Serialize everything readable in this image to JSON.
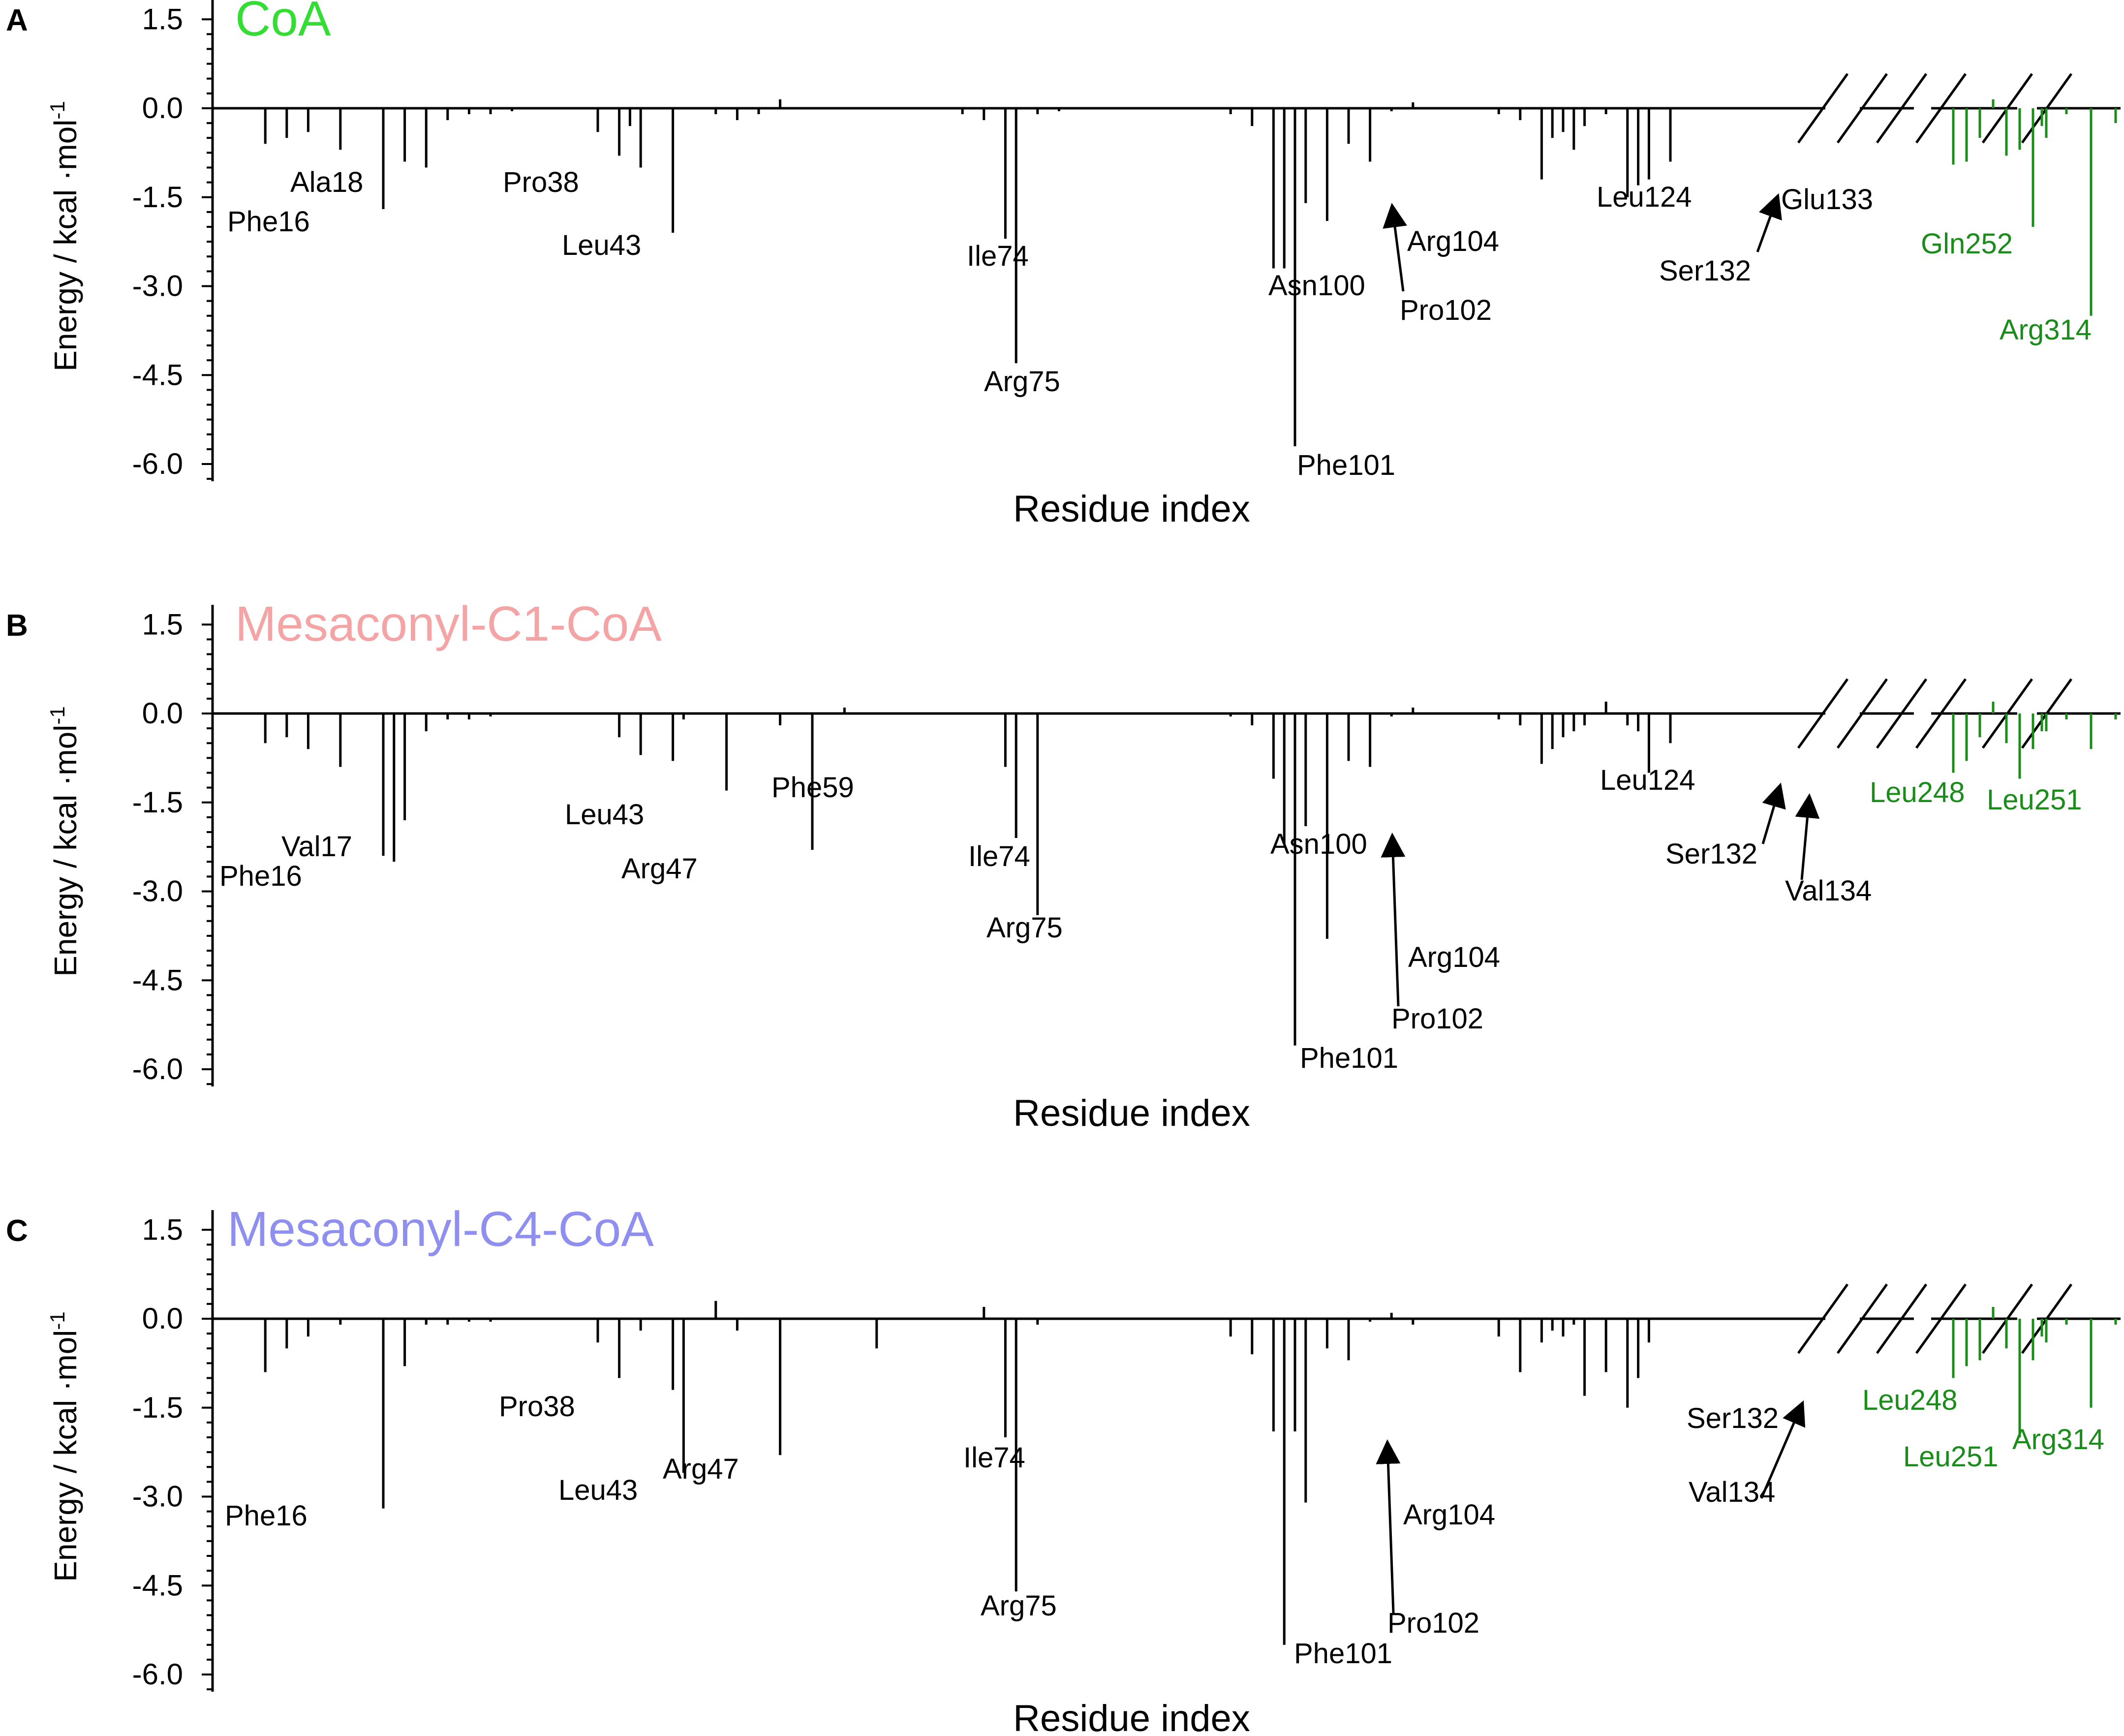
{
  "chart_data": [
    {
      "panel": "A",
      "title": "CoA",
      "title_color": "#33dd33",
      "type": "bar",
      "xlabel": "Residue index",
      "ylabel": "Energy / kcal ·mol",
      "ylabel_sup": "-1",
      "ylim": [
        -6.0,
        1.5
      ],
      "yticks": [
        "1.5",
        "0.0",
        "-1.5",
        "-3.0",
        "-4.5",
        "-6.0"
      ],
      "axis_breaks": 3,
      "series": [
        {
          "color": "#000000",
          "x": [
            5,
            7,
            9,
            12,
            16,
            18,
            20,
            22,
            24,
            26,
            28,
            36,
            38,
            39,
            40,
            43,
            47,
            49,
            51,
            53,
            70,
            72,
            74,
            75,
            77,
            79,
            95,
            97,
            99,
            100,
            101,
            102,
            104,
            106,
            108,
            110,
            112,
            120,
            122,
            124,
            125,
            126,
            127,
            128,
            130,
            132,
            133,
            134,
            136
          ],
          "values": [
            -0.6,
            -0.5,
            -0.4,
            -0.7,
            -1.7,
            -0.9,
            -1.0,
            -0.2,
            -0.1,
            -0.1,
            -0.05,
            -0.4,
            -0.8,
            -0.3,
            -1.0,
            -2.1,
            -0.1,
            -0.2,
            -0.1,
            0.15,
            -0.1,
            -0.2,
            -2.2,
            -4.3,
            -0.1,
            -0.05,
            -0.1,
            -0.3,
            -2.7,
            -2.7,
            -5.7,
            -1.6,
            -1.9,
            -0.6,
            -0.9,
            -0.05,
            0.1,
            -0.1,
            -0.2,
            -1.2,
            -0.5,
            -0.4,
            -0.7,
            -0.3,
            -0.1,
            -1.5,
            -1.3,
            -1.2,
            -0.9
          ]
        },
        {
          "color": "#1a8c1a",
          "x": [
            246,
            247,
            248,
            249,
            250,
            251,
            252,
            253,
            310,
            312,
            314,
            316
          ],
          "values": [
            -0.95,
            -0.9,
            -0.5,
            0.15,
            -0.8,
            -0.7,
            -2.0,
            -0.5,
            -0.3,
            -0.1,
            -3.5,
            -0.25
          ]
        }
      ],
      "labels": [
        {
          "text": "Phe16",
          "color": "#000000"
        },
        {
          "text": "Ala18",
          "color": "#000000"
        },
        {
          "text": "Pro38",
          "color": "#000000"
        },
        {
          "text": "Leu43",
          "color": "#000000"
        },
        {
          "text": "Ile74",
          "color": "#000000"
        },
        {
          "text": "Arg75",
          "color": "#000000"
        },
        {
          "text": "Asn100",
          "color": "#000000"
        },
        {
          "text": "Phe101",
          "color": "#000000"
        },
        {
          "text": "Pro102",
          "color": "#000000"
        },
        {
          "text": "Arg104",
          "color": "#000000"
        },
        {
          "text": "Leu124",
          "color": "#000000"
        },
        {
          "text": "Ser132",
          "color": "#000000"
        },
        {
          "text": "Glu133",
          "color": "#000000"
        },
        {
          "text": "Gln252",
          "color": "#1a8c1a"
        },
        {
          "text": "Arg314",
          "color": "#1a8c1a"
        }
      ]
    },
    {
      "panel": "B",
      "title": "Mesaconyl-C1-CoA",
      "title_color": "#f4a4a4",
      "type": "bar",
      "xlabel": "Residue index",
      "ylabel": "Energy / kcal ·mol",
      "ylabel_sup": "-1",
      "ylim": [
        -6.0,
        1.5
      ],
      "yticks": [
        "1.5",
        "0.0",
        "-1.5",
        "-3.0",
        "-4.5",
        "-6.0"
      ],
      "axis_breaks": 3,
      "series": [
        {
          "color": "#000000",
          "x": [
            5,
            7,
            9,
            12,
            16,
            17,
            18,
            20,
            22,
            24,
            26,
            38,
            40,
            43,
            44,
            48,
            53,
            56,
            59,
            74,
            75,
            77,
            95,
            97,
            99,
            100,
            101,
            102,
            104,
            106,
            108,
            110,
            112,
            120,
            122,
            124,
            125,
            126,
            127,
            128,
            130,
            132,
            133,
            134,
            136
          ],
          "values": [
            -0.5,
            -0.4,
            -0.6,
            -0.9,
            -2.4,
            -2.5,
            -1.8,
            -0.3,
            -0.1,
            -0.1,
            -0.05,
            -0.4,
            -0.7,
            -0.8,
            -0.1,
            -1.3,
            -0.2,
            -2.3,
            0.1,
            -0.9,
            -2.1,
            -3.4,
            -0.05,
            -0.2,
            -1.1,
            -2.2,
            -5.6,
            -1.9,
            -3.8,
            -0.8,
            -0.9,
            -0.05,
            0.1,
            -0.1,
            -0.2,
            -0.85,
            -0.6,
            -0.4,
            -0.3,
            -0.2,
            0.2,
            -0.2,
            -0.3,
            -1.0,
            -0.5
          ]
        },
        {
          "color": "#1a8c1a",
          "x": [
            246,
            247,
            248,
            249,
            250,
            251,
            252,
            253,
            310,
            312,
            314,
            316
          ],
          "values": [
            -1.0,
            -0.8,
            -0.4,
            0.2,
            -0.5,
            -1.1,
            -0.6,
            -0.3,
            -0.3,
            -0.1,
            -0.6,
            -0.1
          ]
        }
      ],
      "labels": [
        {
          "text": "Val17",
          "color": "#000000"
        },
        {
          "text": "Phe16",
          "color": "#000000"
        },
        {
          "text": "Leu43",
          "color": "#000000"
        },
        {
          "text": "Arg47",
          "color": "#000000"
        },
        {
          "text": "Phe59",
          "color": "#000000"
        },
        {
          "text": "Ile74",
          "color": "#000000"
        },
        {
          "text": "Arg75",
          "color": "#000000"
        },
        {
          "text": "Asn100",
          "color": "#000000"
        },
        {
          "text": "Arg104",
          "color": "#000000"
        },
        {
          "text": "Pro102",
          "color": "#000000"
        },
        {
          "text": "Phe101",
          "color": "#000000"
        },
        {
          "text": "Leu124",
          "color": "#000000"
        },
        {
          "text": "Ser132",
          "color": "#000000"
        },
        {
          "text": "Val134",
          "color": "#000000"
        },
        {
          "text": "Leu248",
          "color": "#1a8c1a"
        },
        {
          "text": "Leu251",
          "color": "#1a8c1a"
        }
      ]
    },
    {
      "panel": "C",
      "title": "Mesaconyl-C4-CoA",
      "title_color": "#8f8ff0",
      "type": "bar",
      "xlabel": "Residue index",
      "ylabel": "Energy / kcal ·mol",
      "ylabel_sup": "-1",
      "ylim": [
        -6.0,
        1.5
      ],
      "yticks": [
        "1.5",
        "0.0",
        "-1.5",
        "-3.0",
        "-4.5",
        "-6.0"
      ],
      "axis_breaks": 3,
      "series": [
        {
          "color": "#000000",
          "x": [
            5,
            7,
            9,
            12,
            16,
            18,
            20,
            22,
            24,
            26,
            36,
            38,
            40,
            43,
            44,
            47,
            49,
            53,
            62,
            72,
            74,
            75,
            77,
            95,
            97,
            99,
            100,
            101,
            102,
            104,
            106,
            108,
            110,
            112,
            120,
            122,
            124,
            125,
            126,
            127,
            128,
            130,
            132,
            133,
            134
          ],
          "values": [
            -0.9,
            -0.5,
            -0.3,
            -0.1,
            -3.2,
            -0.8,
            -0.1,
            -0.1,
            -0.05,
            -0.05,
            -0.4,
            -1.0,
            -0.2,
            -1.2,
            -2.6,
            0.3,
            -0.2,
            -2.3,
            -0.5,
            0.2,
            -2.0,
            -4.6,
            -0.1,
            -0.3,
            -0.6,
            -1.9,
            -5.5,
            -1.9,
            -3.1,
            -0.5,
            -0.7,
            -0.05,
            0.1,
            -0.1,
            -0.3,
            -0.9,
            -0.4,
            -0.2,
            -0.3,
            -0.1,
            -1.3,
            -0.9,
            -1.5,
            -1.0,
            -0.4
          ]
        },
        {
          "color": "#1a8c1a",
          "x": [
            246,
            247,
            248,
            249,
            250,
            251,
            252,
            253,
            310,
            312,
            314,
            316
          ],
          "values": [
            -1.0,
            -0.8,
            -0.7,
            0.2,
            -0.5,
            -2.0,
            -0.7,
            -0.4,
            -0.3,
            -0.1,
            -1.5,
            -0.1
          ]
        }
      ],
      "labels": [
        {
          "text": "Phe16",
          "color": "#000000"
        },
        {
          "text": "Pro38",
          "color": "#000000"
        },
        {
          "text": "Leu43",
          "color": "#000000"
        },
        {
          "text": "Arg47",
          "color": "#000000"
        },
        {
          "text": "Ile74",
          "color": "#000000"
        },
        {
          "text": "Arg75",
          "color": "#000000"
        },
        {
          "text": "Arg104",
          "color": "#000000"
        },
        {
          "text": "Pro102",
          "color": "#000000"
        },
        {
          "text": "Phe101",
          "color": "#000000"
        },
        {
          "text": "Ser132",
          "color": "#000000"
        },
        {
          "text": "Val134",
          "color": "#000000"
        },
        {
          "text": "Leu248",
          "color": "#1a8c1a"
        },
        {
          "text": "Leu251",
          "color": "#1a8c1a"
        },
        {
          "text": "Arg314",
          "color": "#1a8c1a"
        }
      ]
    }
  ]
}
